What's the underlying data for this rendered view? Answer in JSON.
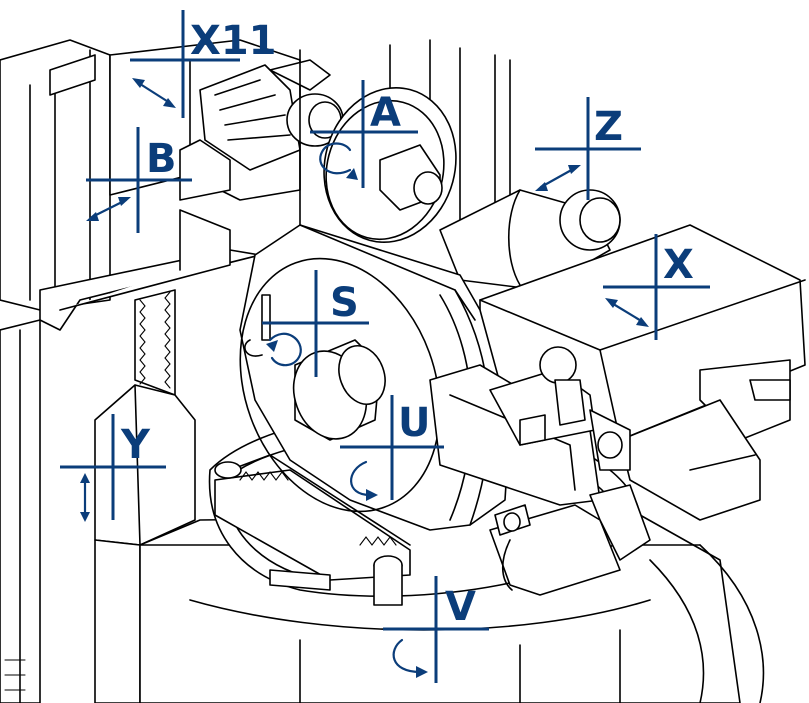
{
  "colors": {
    "axis": "#0b3d7a",
    "ink": "#000000",
    "paper": "#ffffff"
  },
  "axes": [
    {
      "id": "x11",
      "label": "X11",
      "motion": "linear"
    },
    {
      "id": "a",
      "label": "A",
      "motion": "rotary"
    },
    {
      "id": "b",
      "label": "B",
      "motion": "linear"
    },
    {
      "id": "z",
      "label": "Z",
      "motion": "linear"
    },
    {
      "id": "x",
      "label": "X",
      "motion": "linear"
    },
    {
      "id": "s",
      "label": "S",
      "motion": "rotary"
    },
    {
      "id": "u",
      "label": "U",
      "motion": "rotary"
    },
    {
      "id": "y",
      "label": "Y",
      "motion": "linear"
    },
    {
      "id": "v",
      "label": "V",
      "motion": "rotary"
    }
  ]
}
